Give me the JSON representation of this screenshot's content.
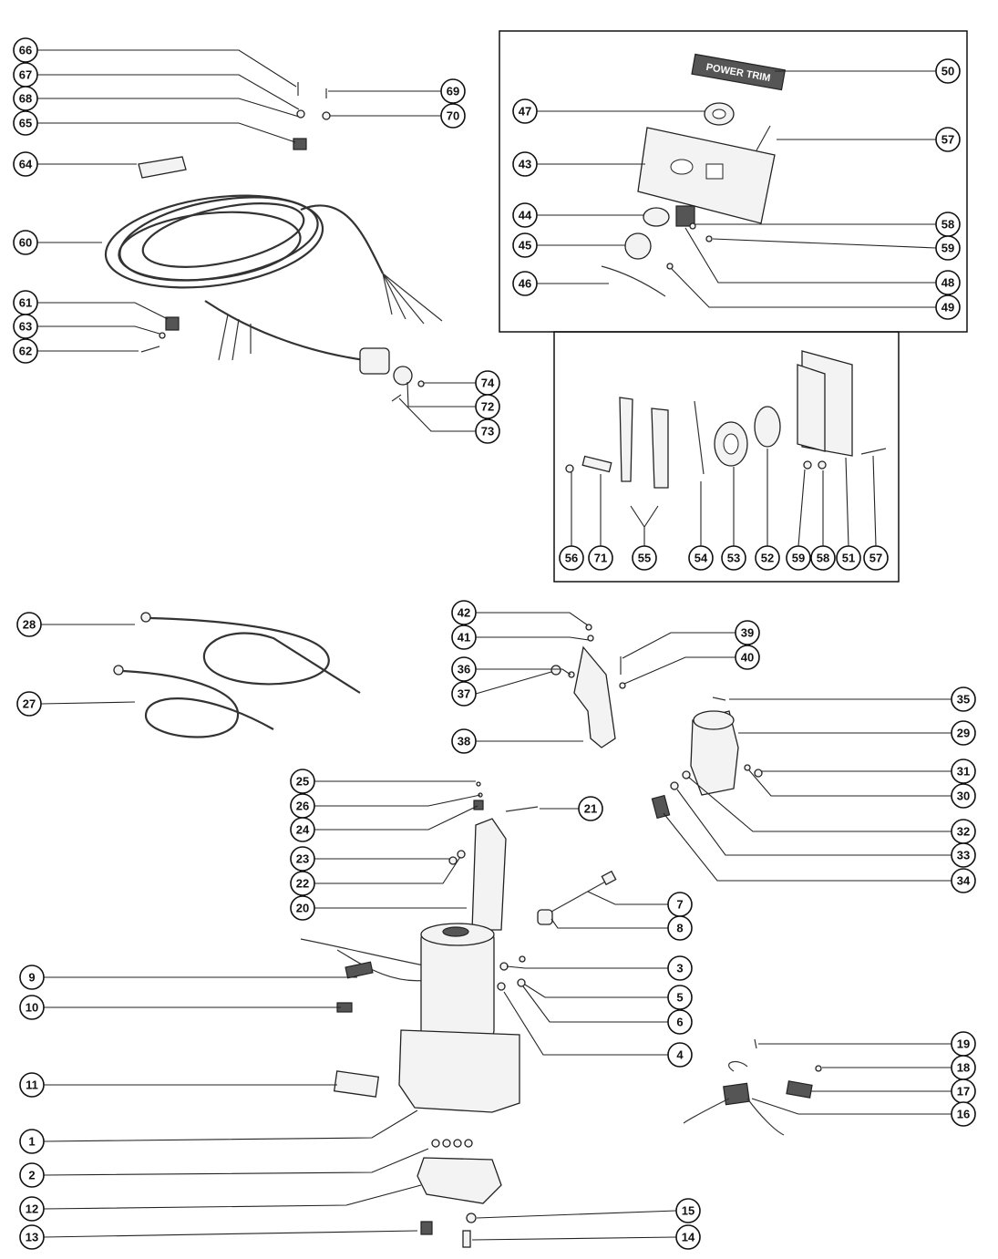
{
  "callouts": [
    {
      "id": "66"
    },
    {
      "id": "67"
    },
    {
      "id": "68"
    },
    {
      "id": "65"
    },
    {
      "id": "64"
    },
    {
      "id": "60"
    },
    {
      "id": "61"
    },
    {
      "id": "63"
    },
    {
      "id": "62"
    },
    {
      "id": "69"
    },
    {
      "id": "70"
    },
    {
      "id": "74"
    },
    {
      "id": "72"
    },
    {
      "id": "73"
    },
    {
      "id": "50"
    },
    {
      "id": "47"
    },
    {
      "id": "57"
    },
    {
      "id": "43"
    },
    {
      "id": "44"
    },
    {
      "id": "58"
    },
    {
      "id": "45"
    },
    {
      "id": "59"
    },
    {
      "id": "48"
    },
    {
      "id": "46"
    },
    {
      "id": "49"
    },
    {
      "id": "56"
    },
    {
      "id": "71"
    },
    {
      "id": "55"
    },
    {
      "id": "54"
    },
    {
      "id": "53"
    },
    {
      "id": "52"
    },
    {
      "id": "59"
    },
    {
      "id": "58"
    },
    {
      "id": "51"
    },
    {
      "id": "57"
    },
    {
      "id": "28"
    },
    {
      "id": "27"
    },
    {
      "id": "42"
    },
    {
      "id": "41"
    },
    {
      "id": "36"
    },
    {
      "id": "37"
    },
    {
      "id": "38"
    },
    {
      "id": "39"
    },
    {
      "id": "40"
    },
    {
      "id": "35"
    },
    {
      "id": "29"
    },
    {
      "id": "31"
    },
    {
      "id": "30"
    },
    {
      "id": "32"
    },
    {
      "id": "33"
    },
    {
      "id": "34"
    },
    {
      "id": "25"
    },
    {
      "id": "26"
    },
    {
      "id": "24"
    },
    {
      "id": "21"
    },
    {
      "id": "23"
    },
    {
      "id": "22"
    },
    {
      "id": "20"
    },
    {
      "id": "7"
    },
    {
      "id": "8"
    },
    {
      "id": "9"
    },
    {
      "id": "10"
    },
    {
      "id": "3"
    },
    {
      "id": "5"
    },
    {
      "id": "6"
    },
    {
      "id": "4"
    },
    {
      "id": "11"
    },
    {
      "id": "19"
    },
    {
      "id": "18"
    },
    {
      "id": "17"
    },
    {
      "id": "16"
    },
    {
      "id": "1"
    },
    {
      "id": "2"
    },
    {
      "id": "12"
    },
    {
      "id": "15"
    },
    {
      "id": "13"
    },
    {
      "id": "14"
    }
  ],
  "decal_text": "POWER TRIM"
}
